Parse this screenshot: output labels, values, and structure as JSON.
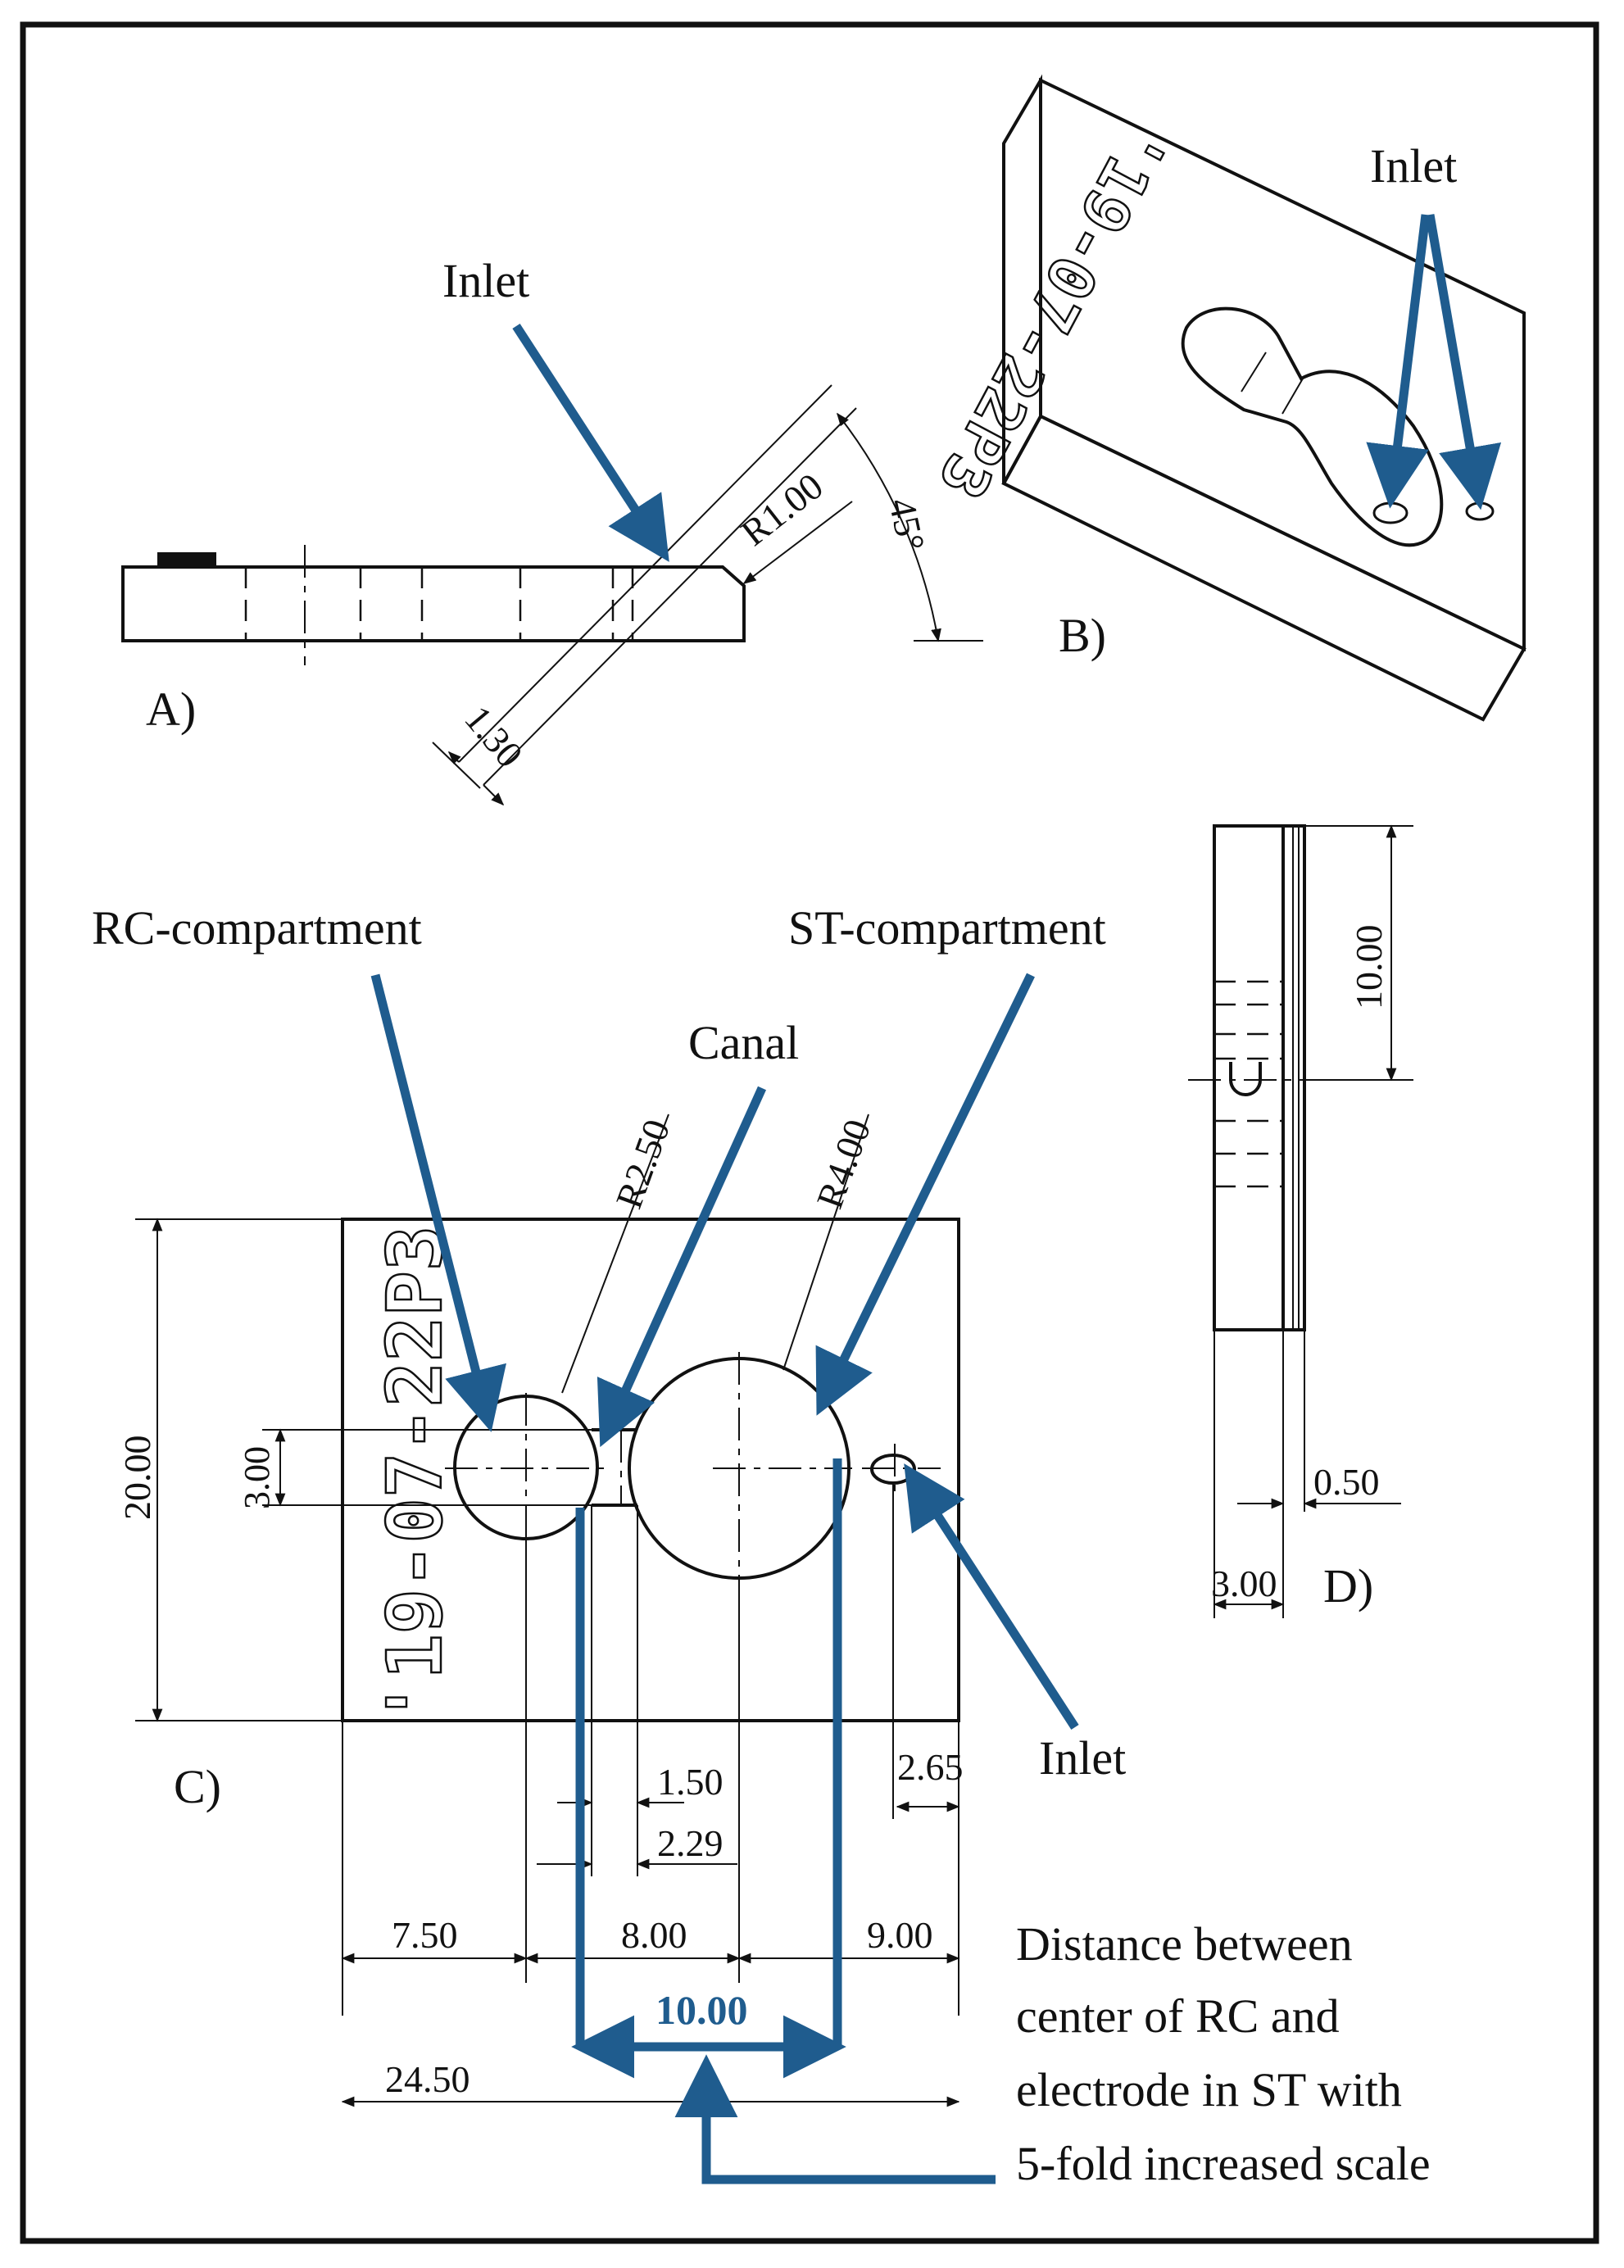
{
  "accent_color": "#1f5c8e",
  "labels": {
    "inlet_a": "Inlet",
    "inlet_b": "Inlet",
    "inlet_c": "Inlet",
    "panel_a": "A)",
    "panel_b": "B)",
    "panel_c": "C)",
    "panel_d": "D)",
    "rc_compartment": "RC-compartment",
    "st_compartment": "ST-compartment",
    "canal": "Canal",
    "engraving": "'19-07-22P3"
  },
  "dimensions_a": {
    "radius": "R1.00",
    "angle": "45°",
    "diameter": "1.30"
  },
  "dimensions_c": {
    "height": "20.00",
    "canal_width": "3.00",
    "rc_radius": "R2.50",
    "st_radius": "R4.00",
    "d150": "1.50",
    "d229": "2.29",
    "d265": "2.65",
    "d750": "7.50",
    "d800": "8.00",
    "d900": "9.00",
    "d2450": "24.50",
    "highlight": "10.00"
  },
  "dimensions_d": {
    "d1000": "10.00",
    "d050": "0.50",
    "d300": "3.00"
  },
  "note_lines": [
    "Distance  between",
    "center of RC and",
    "electrode  in  ST with",
    "5-fold increased  scale"
  ]
}
